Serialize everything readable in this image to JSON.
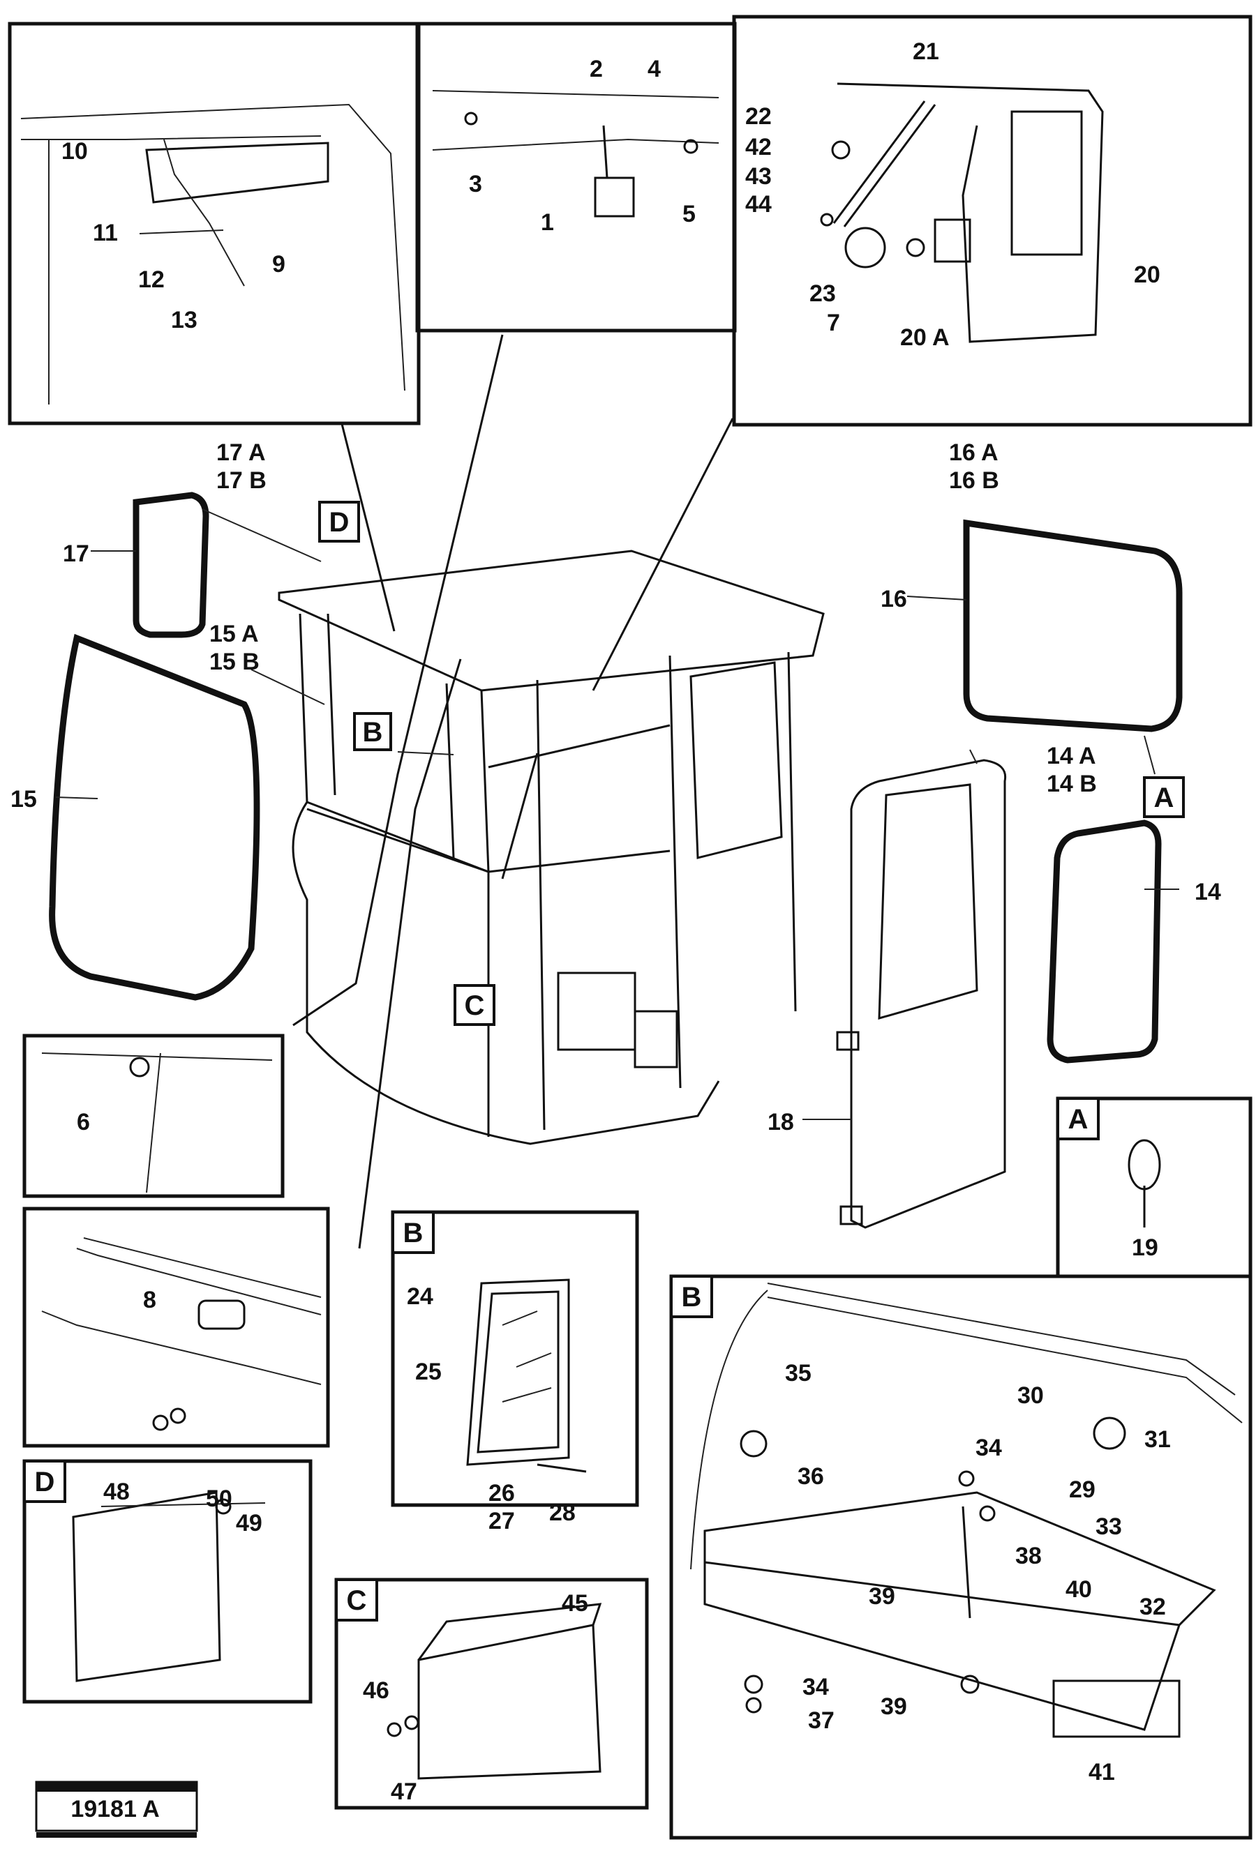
{
  "detail_keys": {
    "A": "A",
    "B": "B",
    "C": "C",
    "D": "D"
  },
  "part_numbers": {
    "p1": "1",
    "p2": "2",
    "p3": "3",
    "p4": "4",
    "p5": "5",
    "p6": "6",
    "p7": "7",
    "p8": "8",
    "p9": "9",
    "p10": "10",
    "p11": "11",
    "p12": "12",
    "p13": "13",
    "p14": "14",
    "p14a": "14 A",
    "p14b": "14 B",
    "p15": "15",
    "p15a": "15 A",
    "p15b": "15 B",
    "p16": "16",
    "p16a": "16 A",
    "p16b": "16 B",
    "p17": "17",
    "p17a": "17 A",
    "p17b": "17 B",
    "p18": "18",
    "p19": "19",
    "p20": "20",
    "p20a": "20 A",
    "p21": "21",
    "p22": "22",
    "p23": "23",
    "p24": "24",
    "p25": "25",
    "p26": "26",
    "p27": "27",
    "p28": "28",
    "p29": "29",
    "p30": "30",
    "p31": "31",
    "p32": "32",
    "p33": "33",
    "p34": "34",
    "p34b": "34",
    "p35": "35",
    "p36": "36",
    "p37": "37",
    "p38": "38",
    "p39": "39",
    "p39b": "39",
    "p40": "40",
    "p41": "41",
    "p42": "42",
    "p43": "43",
    "p44": "44",
    "p45": "45",
    "p46": "46",
    "p47": "47",
    "p48": "48",
    "p49": "49",
    "p50": "50"
  },
  "footer": {
    "figure_id": "19181 A"
  },
  "colors": {
    "ink": "#111111",
    "paper": "#ffffff"
  }
}
